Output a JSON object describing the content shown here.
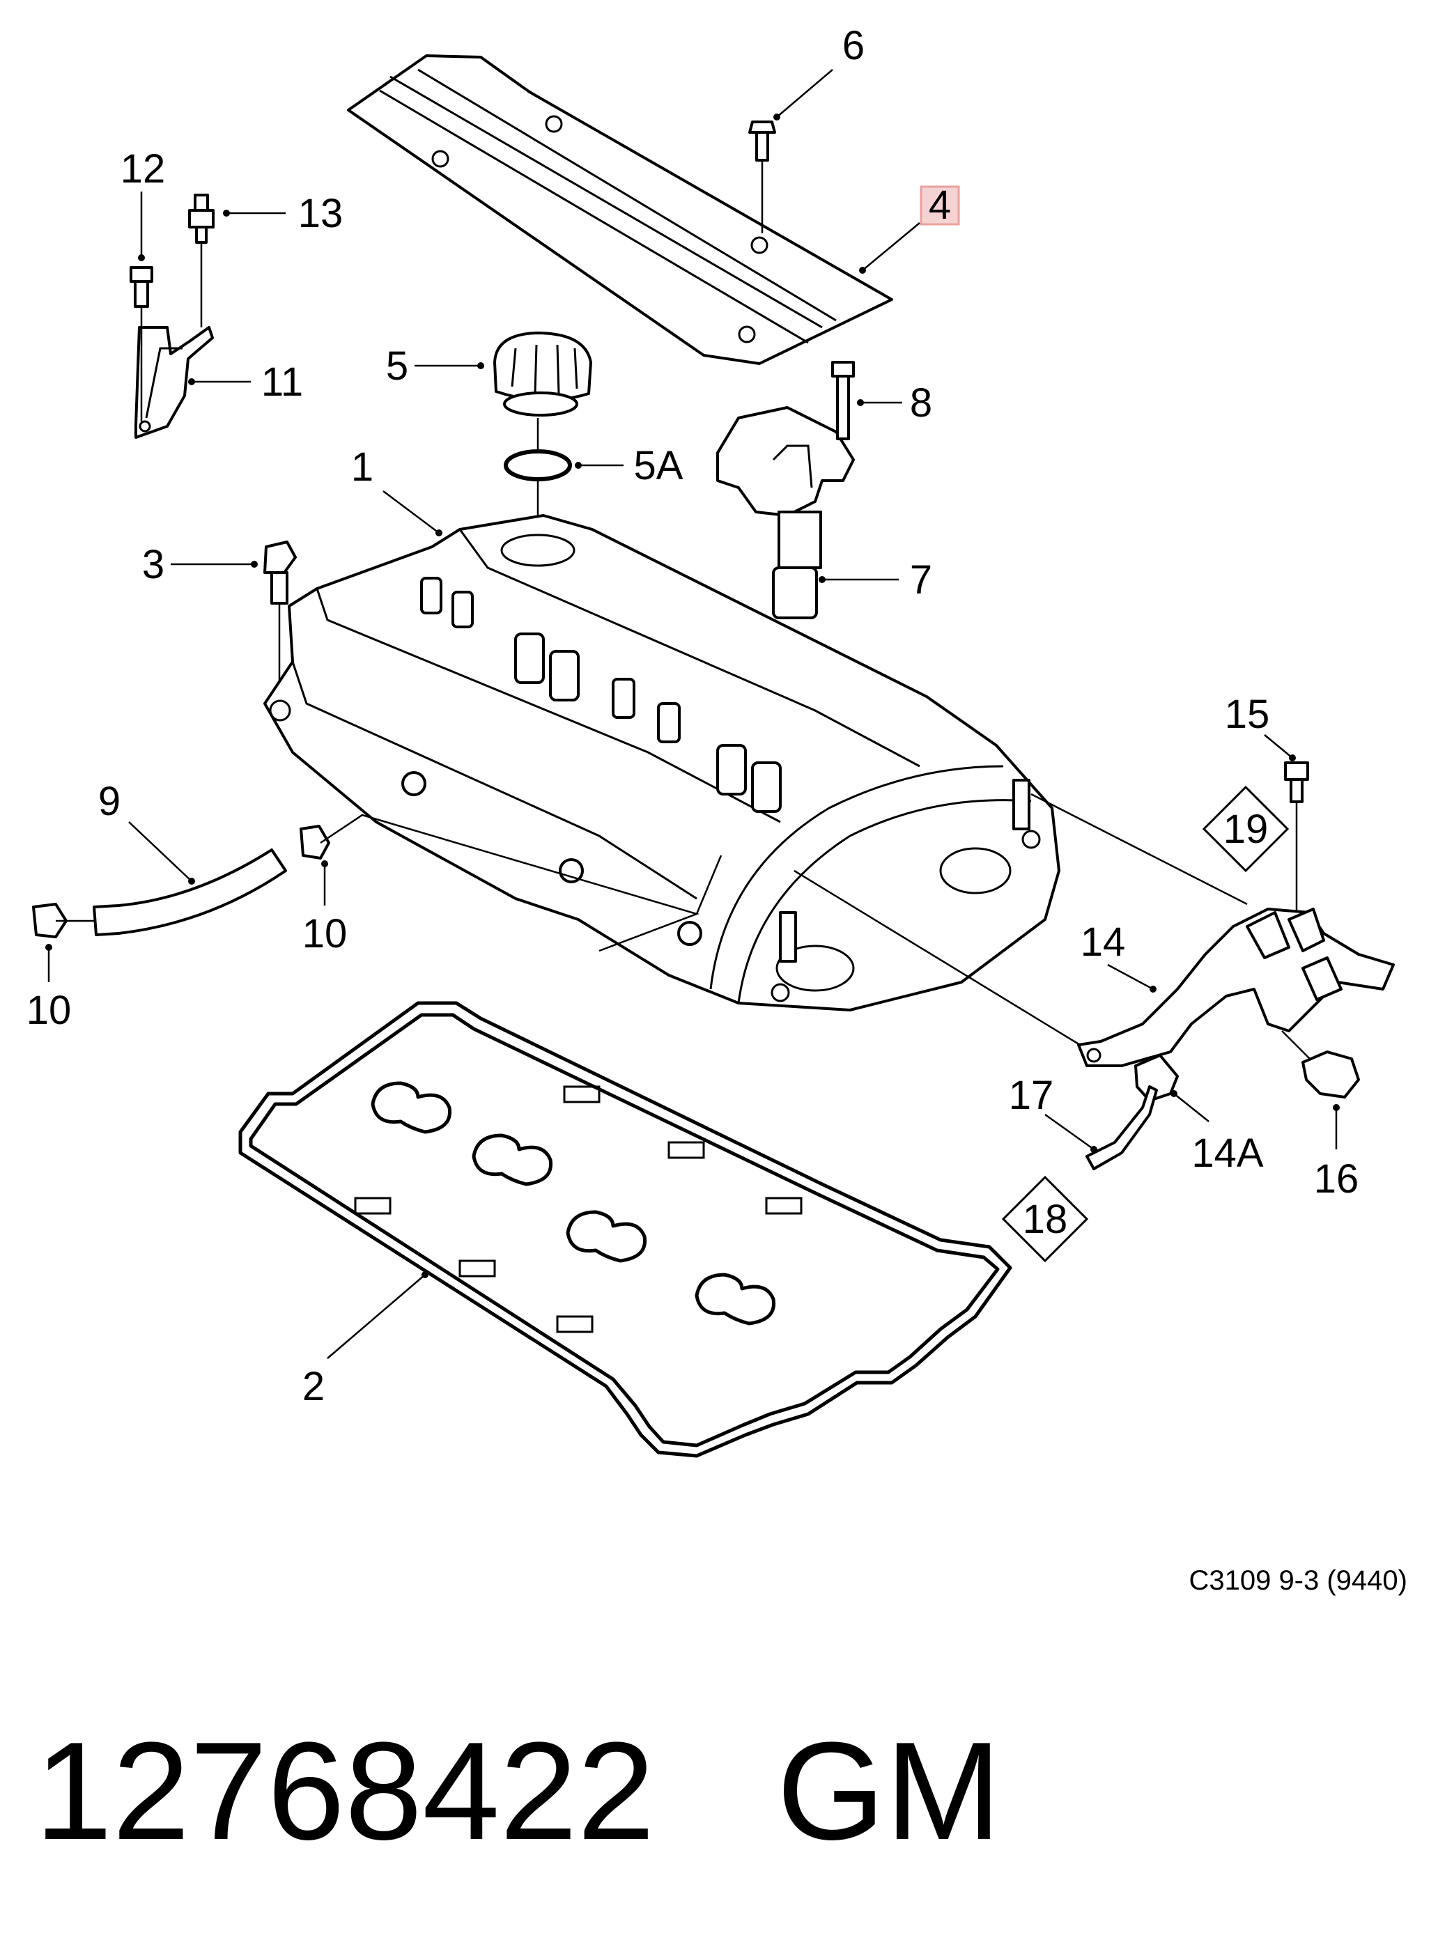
{
  "diagram": {
    "part_labels": {
      "p1": "1",
      "p2": "2",
      "p3": "3",
      "p4": "4",
      "p5": "5",
      "p5a": "5A",
      "p6": "6",
      "p7": "7",
      "p8": "8",
      "p9": "9",
      "p10a": "10",
      "p10b": "10",
      "p11": "11",
      "p12": "12",
      "p13": "13",
      "p14": "14",
      "p14a": "14A",
      "p15": "15",
      "p16": "16",
      "p17": "17",
      "p18": "18",
      "p19": "19"
    },
    "highlighted_part": "4",
    "highlight_color": "#e8a0a0",
    "reference_code": "C3109 9-3 (9440)",
    "part_number": "12768422",
    "brand": "GM"
  }
}
